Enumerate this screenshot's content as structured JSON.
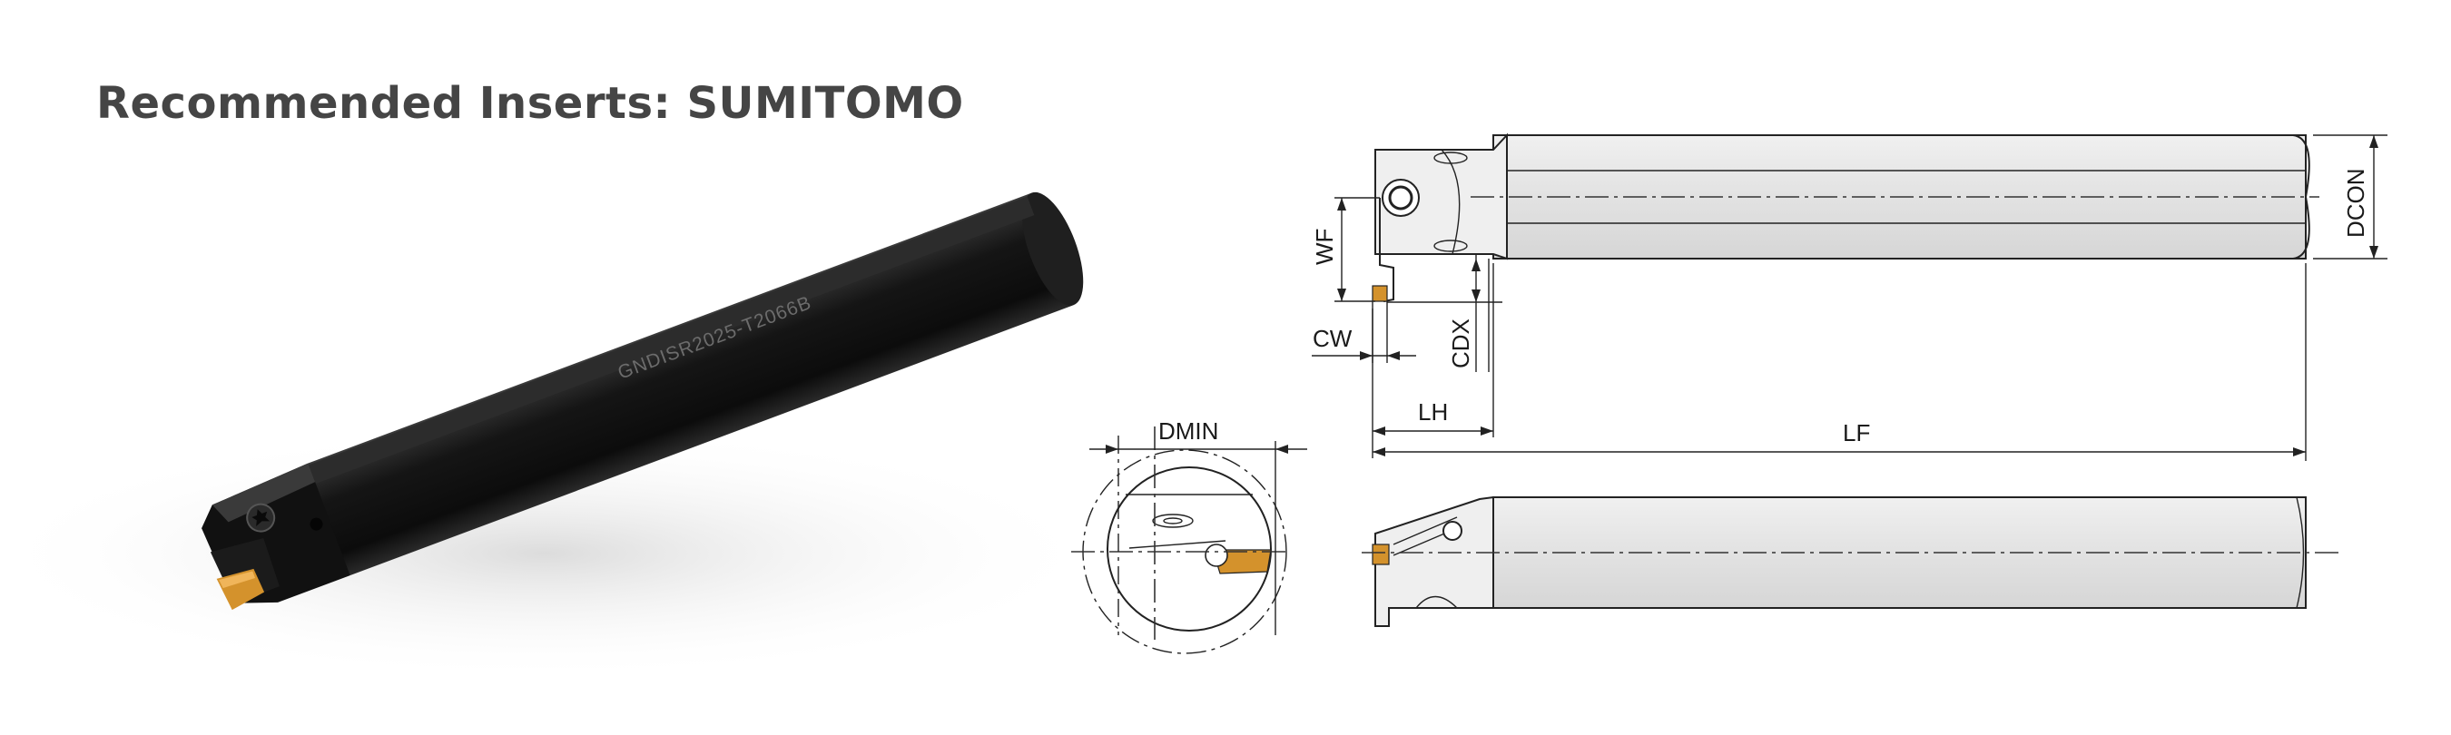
{
  "heading": "Recommended Inserts: SUMITOMO",
  "product": {
    "engraving": "GNDISR2025-T2066B"
  },
  "dimensions": {
    "wf": "WF",
    "cw": "CW",
    "cdx": "CDX",
    "lh": "LH",
    "lf": "LF",
    "dcon": "DCON",
    "dmin": "DMIN"
  },
  "colors": {
    "body_black": "#141414",
    "shank_gray": "#e4e4e4",
    "insert_gold": "#d4922c",
    "line": "#222222"
  }
}
